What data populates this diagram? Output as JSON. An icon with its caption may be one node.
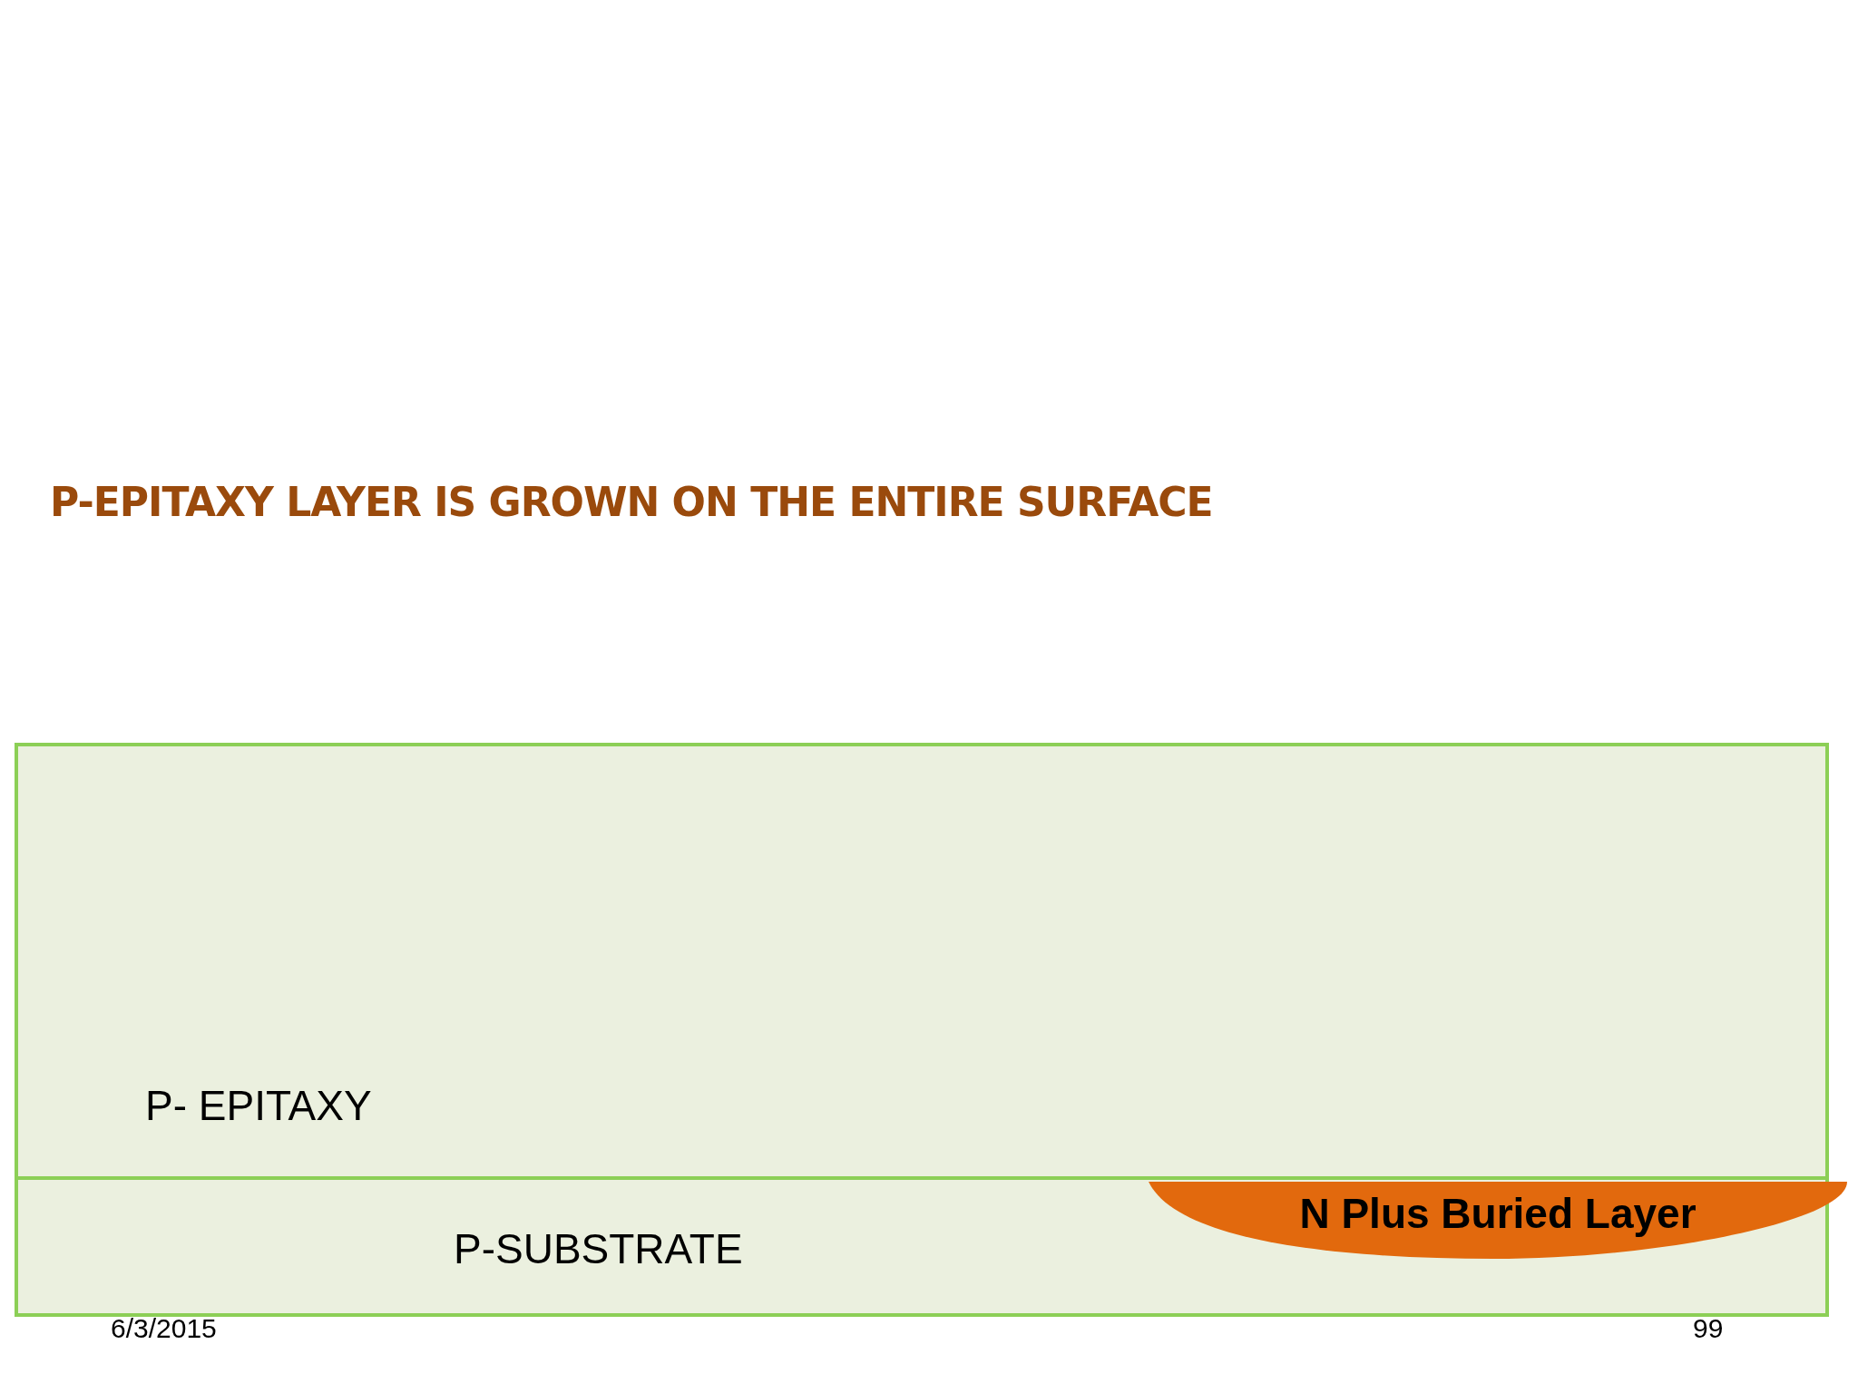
{
  "diagram": {
    "title": "P-EPITAXY LAYER IS GROWN ON THE ENTIRE SURFACE",
    "nodes": [
      {
        "text": [
          "P- EPITAXY"
        ]
      },
      {
        "text": [
          "P-SUBSTRATE"
        ]
      },
      {
        "text": [
          "N Plus Buried Layer"
        ],
        "in": 1
      }
    ],
    "labels": [
      "6/3/2015",
      "99"
    ]
  }
}
